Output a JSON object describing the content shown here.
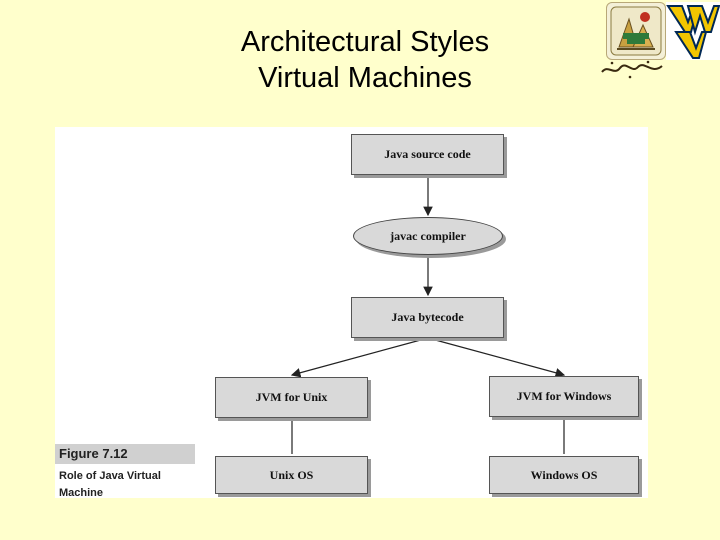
{
  "slide": {
    "title_line1": "Architectural Styles",
    "title_line2": "Virtual Machines"
  },
  "logos": {
    "university_seal_icon": "cairo-university-seal-icon",
    "wv_logo_icon": "wvu-flying-wv-icon"
  },
  "diagram": {
    "nodes": {
      "source": "Java source code",
      "compiler": "javac compiler",
      "bytecode": "Java bytecode",
      "jvm_unix": "JVM for Unix",
      "jvm_windows": "JVM for Windows",
      "unix_os": "Unix OS",
      "windows_os": "Windows OS"
    },
    "edges": [
      [
        "Java source code",
        "javac compiler"
      ],
      [
        "javac compiler",
        "Java bytecode"
      ],
      [
        "Java bytecode",
        "JVM for Unix"
      ],
      [
        "Java bytecode",
        "JVM for Windows"
      ],
      [
        "JVM for Unix",
        "Unix OS"
      ],
      [
        "JVM for Windows",
        "Windows OS"
      ]
    ],
    "caption": {
      "figure": "Figure 7.12",
      "text": "Role of Java Virtual Machine"
    }
  },
  "colors": {
    "background": "#ffffcc",
    "node_fill": "#d9d9d9",
    "wv_gold": "#f2c500",
    "wv_blue": "#002855"
  }
}
